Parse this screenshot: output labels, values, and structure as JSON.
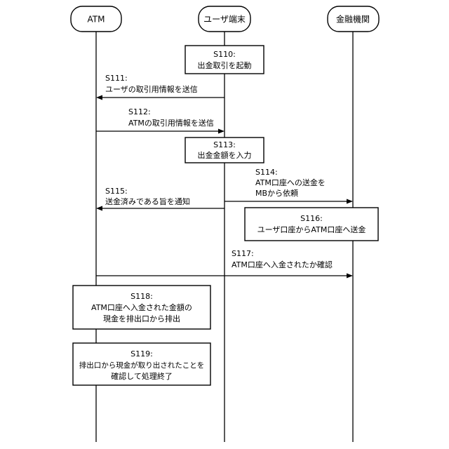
{
  "actors": [
    {
      "id": "atm",
      "label": "ATM"
    },
    {
      "id": "user",
      "label": "ユーザ端末"
    },
    {
      "id": "bank",
      "label": "金融機関"
    }
  ],
  "steps": [
    {
      "id": "s110",
      "kind": "box",
      "on": "user",
      "lines": [
        "S110:",
        "出金取引を起動"
      ]
    },
    {
      "id": "s111",
      "kind": "message",
      "from": "user",
      "to": "atm",
      "lines": [
        "S111:",
        "ユーザの取引用情報を送信"
      ]
    },
    {
      "id": "s112",
      "kind": "message",
      "from": "atm",
      "to": "user",
      "lines": [
        "S112:",
        "ATMの取引用情報を送信"
      ]
    },
    {
      "id": "s113",
      "kind": "box",
      "on": "user",
      "lines": [
        "S113:",
        "出金金額を入力"
      ]
    },
    {
      "id": "s114",
      "kind": "message",
      "from": "user",
      "to": "bank",
      "lines": [
        "S114:",
        "ATM口座への送金を",
        "MBから依頼"
      ]
    },
    {
      "id": "s115",
      "kind": "message",
      "from": "user",
      "to": "atm",
      "lines": [
        "S115:",
        "送金済みである旨を通知"
      ]
    },
    {
      "id": "s116",
      "kind": "box",
      "on": "bank",
      "lines": [
        "S116:",
        "ユーザ口座からATM口座へ送金"
      ]
    },
    {
      "id": "s117",
      "kind": "message",
      "from": "atm",
      "to": "bank",
      "lines": [
        "S117:",
        "ATM口座へ入金されたか確認"
      ]
    },
    {
      "id": "s118",
      "kind": "box",
      "on": "atm",
      "lines": [
        "S118:",
        "ATM口座へ入金された金額の",
        "現金を排出口から排出"
      ]
    },
    {
      "id": "s119",
      "kind": "box",
      "on": "atm",
      "lines": [
        "S119:",
        "排出口から現金が取り出されたことを",
        "確認して処理終了"
      ]
    }
  ]
}
